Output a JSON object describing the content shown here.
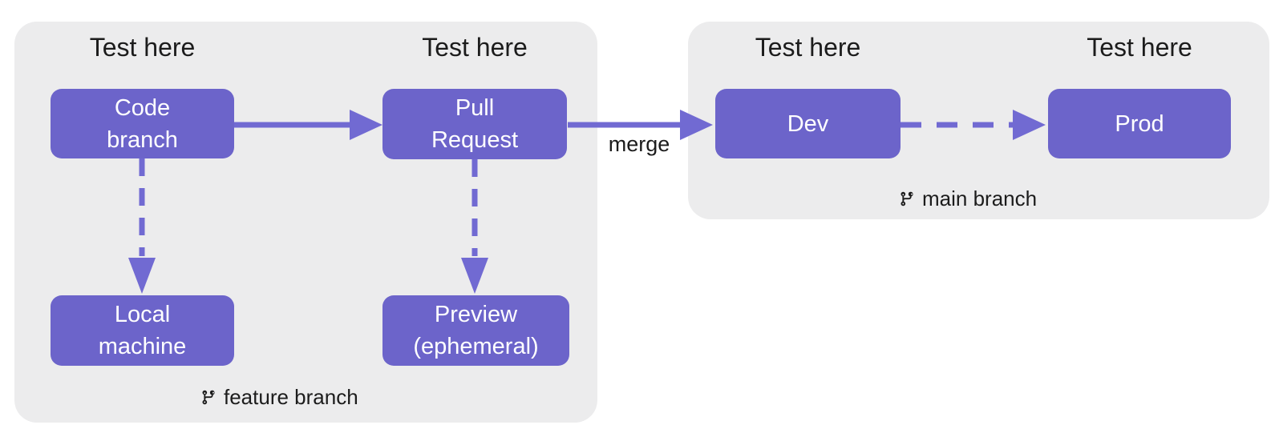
{
  "colors": {
    "node_fill": "#6c64ca",
    "arrow": "#716ad2",
    "group_bg": "#ececed",
    "node_text": "#ffffff",
    "label_text": "#1c1c1c"
  },
  "groups": [
    {
      "id": "feature",
      "name": "feature branch",
      "icon": "git-branch-icon"
    },
    {
      "id": "main",
      "name": "main branch",
      "icon": "git-branch-icon"
    }
  ],
  "test_labels": [
    {
      "text": "Test here",
      "above": "code-branch"
    },
    {
      "text": "Test here",
      "above": "pull-request"
    },
    {
      "text": "Test here",
      "above": "dev"
    },
    {
      "text": "Test here",
      "above": "prod"
    }
  ],
  "nodes": [
    {
      "id": "code-branch",
      "lines": [
        "Code",
        "branch"
      ]
    },
    {
      "id": "pull-request",
      "lines": [
        "Pull",
        "Request"
      ]
    },
    {
      "id": "dev",
      "lines": [
        "Dev"
      ]
    },
    {
      "id": "prod",
      "lines": [
        "Prod"
      ]
    },
    {
      "id": "local-machine",
      "lines": [
        "Local",
        "machine"
      ]
    },
    {
      "id": "preview",
      "lines": [
        "Preview",
        "(ephemeral)"
      ]
    }
  ],
  "edges": [
    {
      "from": "code-branch",
      "to": "pull-request",
      "style": "solid",
      "label": ""
    },
    {
      "from": "pull-request",
      "to": "dev",
      "style": "solid",
      "label": "merge"
    },
    {
      "from": "dev",
      "to": "prod",
      "style": "dashed",
      "label": ""
    },
    {
      "from": "code-branch",
      "to": "local-machine",
      "style": "dashed",
      "label": ""
    },
    {
      "from": "pull-request",
      "to": "preview",
      "style": "dashed",
      "label": ""
    }
  ]
}
